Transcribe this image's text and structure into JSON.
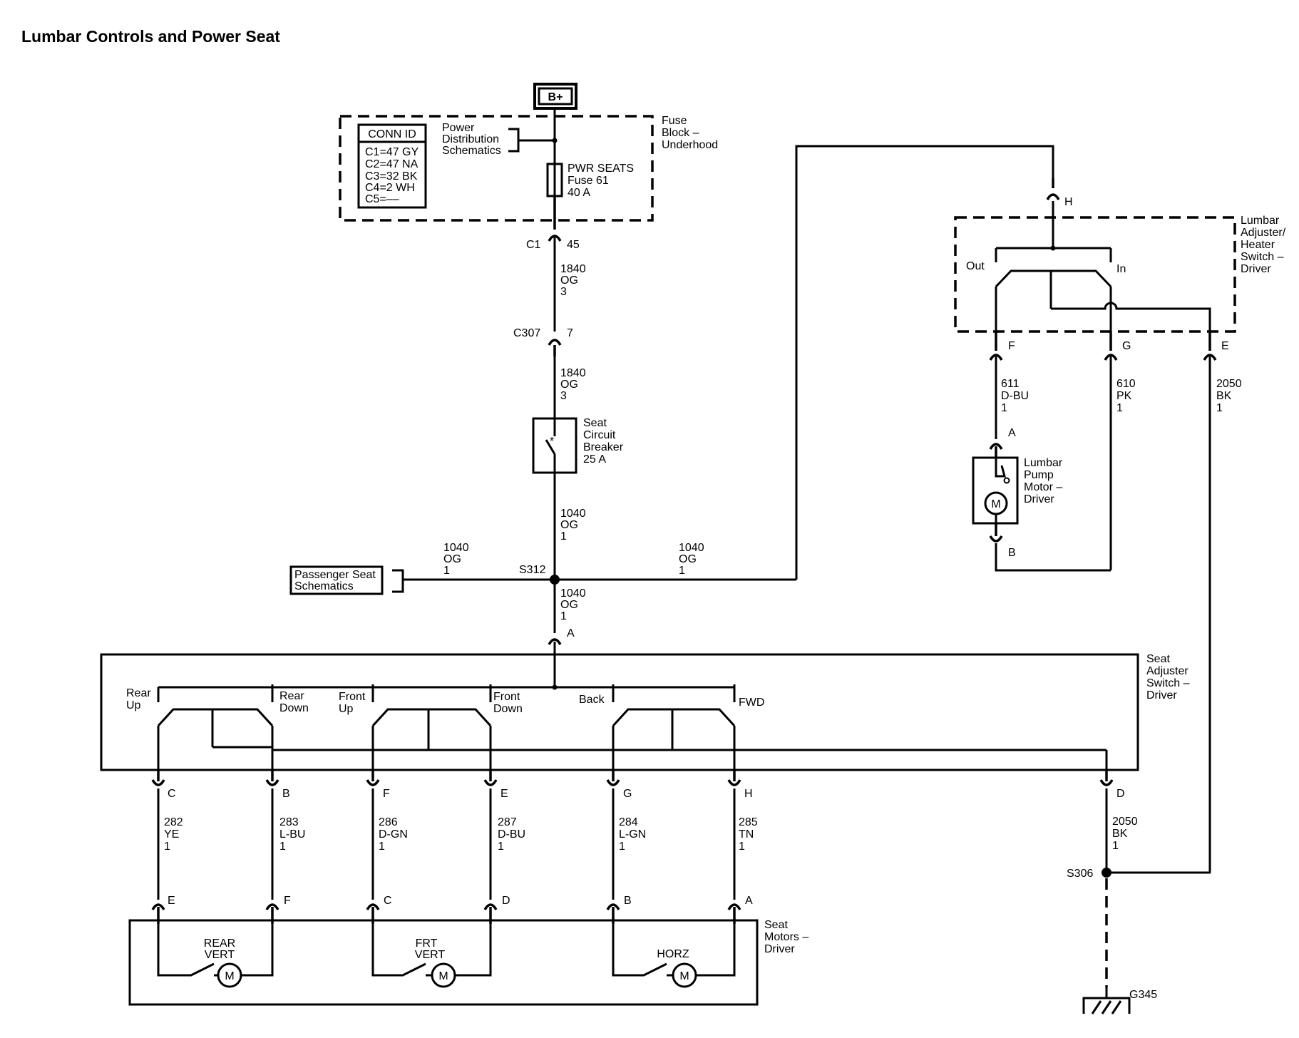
{
  "title": "Lumbar Controls and Power Seat",
  "power": "B+",
  "fuse_block": {
    "name": [
      "Fuse",
      "Block –",
      "Underhood"
    ],
    "conn_id_title": "CONN ID",
    "conn_ids": [
      "C1=47 GY",
      "C2=47 NA",
      "C3=32 BK",
      "C4=2 WH",
      "C5=––"
    ],
    "power_dist": [
      "Power",
      "Distribution",
      "Schematics"
    ],
    "fuse": [
      "PWR SEATS",
      "Fuse 61",
      "40 A"
    ],
    "connector": "C1",
    "pin": "45"
  },
  "wire_1840_a": [
    "1840",
    "OG",
    "3"
  ],
  "c307": {
    "connector": "C307",
    "pin": "7"
  },
  "wire_1840_b": [
    "1840",
    "OG",
    "3"
  ],
  "breaker": [
    "Seat",
    "Circuit",
    "Breaker",
    "25 A"
  ],
  "wire_1040": [
    "1040",
    "OG",
    "1"
  ],
  "splice_s312": "S312",
  "passenger": [
    "Passenger Seat",
    "Schematics"
  ],
  "seat_switch": {
    "name": [
      "Seat",
      "Adjuster",
      "Switch –",
      "Driver"
    ],
    "in_pin": "A",
    "contacts": [
      {
        "left": [
          "Rear",
          "Up"
        ],
        "right": [
          "Rear",
          "Down"
        ]
      },
      {
        "left": [
          "Front",
          "Up"
        ],
        "right": [
          "Front",
          "Down"
        ]
      },
      {
        "left": [
          "Back"
        ],
        "right": [
          "FWD"
        ]
      }
    ],
    "pins": [
      "C",
      "B",
      "F",
      "E",
      "G",
      "H",
      "D"
    ]
  },
  "wires": [
    [
      "282",
      "YE",
      "1"
    ],
    [
      "283",
      "L-BU",
      "1"
    ],
    [
      "286",
      "D-GN",
      "1"
    ],
    [
      "287",
      "D-BU",
      "1"
    ],
    [
      "284",
      "L-GN",
      "1"
    ],
    [
      "285",
      "TN",
      "1"
    ]
  ],
  "wire_2050_d": [
    "2050",
    "BK",
    "1"
  ],
  "motor_pins": [
    "E",
    "F",
    "C",
    "D",
    "B",
    "A"
  ],
  "motors": {
    "name": [
      "Seat",
      "Motors –",
      "Driver"
    ],
    "labels": [
      [
        "REAR",
        "VERT"
      ],
      [
        "FRT",
        "VERT"
      ],
      [
        "HORZ"
      ]
    ],
    "symbol": "M"
  },
  "splice_s306": "S306",
  "ground": "G345",
  "lumbar_switch": {
    "name": [
      "Lumbar",
      "Adjuster/",
      "Heater",
      "Switch –",
      "Driver"
    ],
    "in_pin": "H",
    "out_label": "Out",
    "in_label": "In",
    "pins": [
      "F",
      "G",
      "E"
    ]
  },
  "wire_611": [
    "611",
    "D-BU",
    "1"
  ],
  "wire_610": [
    "610",
    "PK",
    "1"
  ],
  "wire_2050_e": [
    "2050",
    "BK",
    "1"
  ],
  "lumbar_motor": {
    "name": [
      "Lumbar",
      "Pump",
      "Motor –",
      "Driver"
    ],
    "pins": [
      "A",
      "B"
    ],
    "symbol": "M"
  }
}
